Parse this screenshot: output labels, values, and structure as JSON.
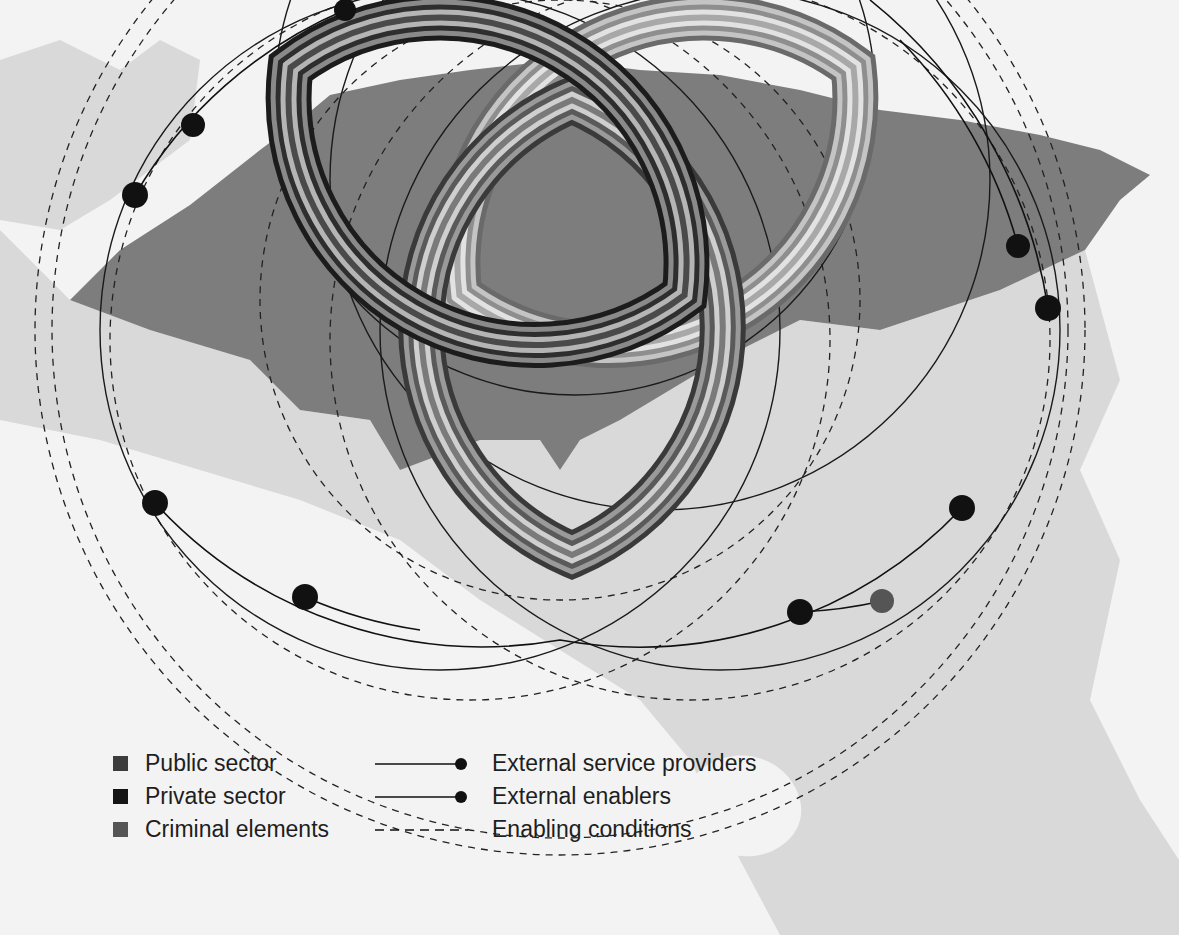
{
  "diagram": {
    "legend": [
      {
        "text": "Public sector",
        "color": "#3c3c3c"
      },
      {
        "text": "Private sector",
        "color": "#141414"
      },
      {
        "text": "Criminal elements",
        "color": "#555555"
      },
      {
        "text": "External service providers"
      },
      {
        "text": "External enablers"
      },
      {
        "text": "Enabling conditions"
      }
    ]
  }
}
